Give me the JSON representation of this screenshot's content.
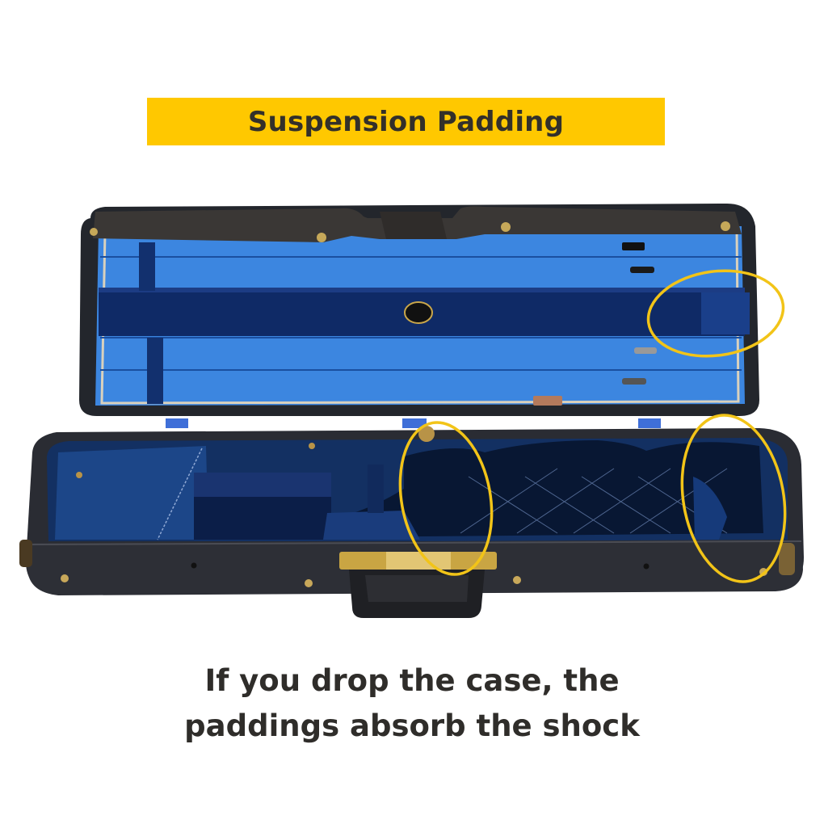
{
  "banner": {
    "title": "Suspension Padding",
    "background_color": "#FFC800",
    "text_color": "#33302A"
  },
  "caption": {
    "line1": "If you drop the case, the",
    "line2": "paddings absorb the shock",
    "text_color": "#2F2D2A"
  },
  "product_image": {
    "subject": "open oblong violin case with blue velvet interior",
    "highlight_color": "#F2C418",
    "highlights": [
      {
        "label": "lid-bow-holder-padding"
      },
      {
        "label": "neck-area-padding"
      },
      {
        "label": "lower-bout-padding"
      }
    ]
  }
}
